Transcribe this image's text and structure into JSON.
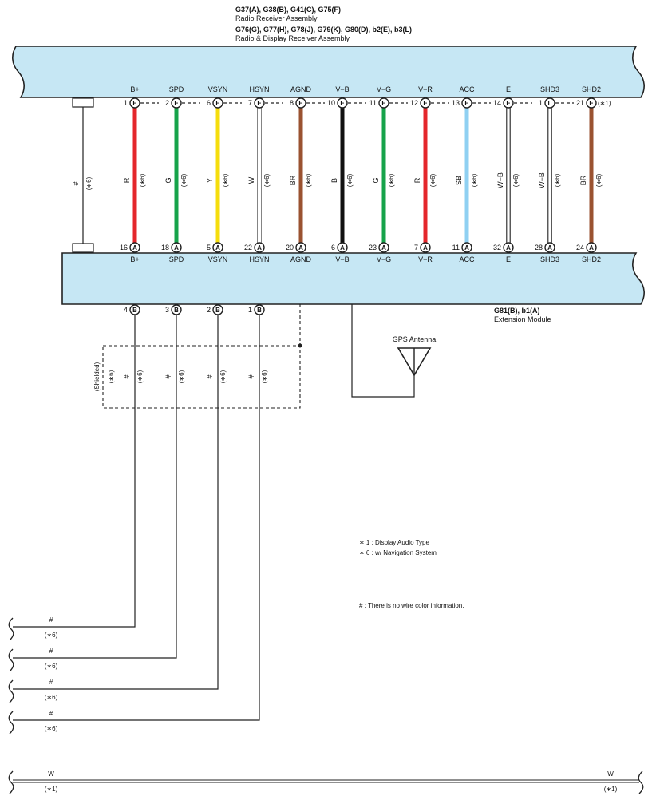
{
  "top_assembly": {
    "line1": "G37(A), G38(B), G41(C), G75(F)",
    "line2": "Radio Receiver Assembly",
    "line3": "G76(G), G77(H), G78(J), G79(K), G80(D), b2(E), b3(L)",
    "line4": "Radio & Display Receiver Assembly"
  },
  "extension_module": {
    "line1": "G81(B), b1(A)",
    "line2": "Extension Module"
  },
  "shield_wire": {
    "color": "#",
    "note": "(∗6)"
  },
  "wires": [
    {
      "top_label": "B+",
      "top_pin": "1",
      "top_conn": "E",
      "color_code": "R",
      "hex": "#e4262b",
      "note": "(∗6)",
      "bottom_pin": "16",
      "bottom_conn": "A",
      "bottom_label": "B+",
      "double": false
    },
    {
      "top_label": "SPD",
      "top_pin": "2",
      "top_conn": "E",
      "color_code": "G",
      "hex": "#16a34a",
      "note": "(∗6)",
      "bottom_pin": "18",
      "bottom_conn": "A",
      "bottom_label": "SPD",
      "double": false
    },
    {
      "top_label": "VSYN",
      "top_pin": "6",
      "top_conn": "E",
      "color_code": "Y",
      "hex": "#f5dd0c",
      "note": "(∗6)",
      "bottom_pin": "5",
      "bottom_conn": "A",
      "bottom_label": "VSYN",
      "double": false
    },
    {
      "top_label": "HSYN",
      "top_pin": "7",
      "top_conn": "E",
      "color_code": "W",
      "hex": "#ffffff",
      "note": "(∗6)",
      "bottom_pin": "22",
      "bottom_conn": "A",
      "bottom_label": "HSYN",
      "double": false
    },
    {
      "top_label": "AGND",
      "top_pin": "8",
      "top_conn": "E",
      "color_code": "BR",
      "hex": "#9a5230",
      "note": "(∗6)",
      "bottom_pin": "20",
      "bottom_conn": "A",
      "bottom_label": "AGND",
      "double": false
    },
    {
      "top_label": "V−B",
      "top_pin": "10",
      "top_conn": "E",
      "color_code": "B",
      "hex": "#111111",
      "note": "(∗6)",
      "bottom_pin": "6",
      "bottom_conn": "A",
      "bottom_label": "V−B",
      "double": false
    },
    {
      "top_label": "V−G",
      "top_pin": "11",
      "top_conn": "E",
      "color_code": "G",
      "hex": "#16a34a",
      "note": "(∗6)",
      "bottom_pin": "23",
      "bottom_conn": "A",
      "bottom_label": "V−G",
      "double": false
    },
    {
      "top_label": "V−R",
      "top_pin": "12",
      "top_conn": "E",
      "color_code": "R",
      "hex": "#e4262b",
      "note": "(∗6)",
      "bottom_pin": "7",
      "bottom_conn": "A",
      "bottom_label": "V−R",
      "double": false
    },
    {
      "top_label": "ACC",
      "top_pin": "13",
      "top_conn": "E",
      "color_code": "SB",
      "hex": "#8fd0f2",
      "note": "(∗6)",
      "bottom_pin": "11",
      "bottom_conn": "A",
      "bottom_label": "ACC",
      "double": false
    },
    {
      "top_label": "E",
      "top_pin": "14",
      "top_conn": "E",
      "color_code": "W−B",
      "hex": "#111111",
      "note": "(∗6)",
      "bottom_pin": "32",
      "bottom_conn": "A",
      "bottom_label": "E",
      "double": true
    },
    {
      "top_label": "SHD3",
      "top_pin": "1",
      "top_conn": "L",
      "color_code": "W−B",
      "hex": "#111111",
      "note": "(∗6)",
      "bottom_pin": "28",
      "bottom_conn": "A",
      "bottom_label": "SHD3",
      "double": true
    },
    {
      "top_label": "SHD2",
      "top_pin": "21",
      "top_conn": "E",
      "color_code": "BR",
      "hex": "#9a5230",
      "note": "(∗6)",
      "bottom_pin": "24",
      "bottom_conn": "A",
      "bottom_label": "SHD2",
      "double": false
    }
  ],
  "top_suffix_note": "(∗1)",
  "b_pins": [
    {
      "pin": "4",
      "conn": "B",
      "wire": "#",
      "note": "(∗6)"
    },
    {
      "pin": "3",
      "conn": "B",
      "wire": "#",
      "note": "(∗6)"
    },
    {
      "pin": "2",
      "conn": "B",
      "wire": "#",
      "note": "(∗6)"
    },
    {
      "pin": "1",
      "conn": "B",
      "wire": "#",
      "note": "(∗6)"
    }
  ],
  "shielded_label": "(Shielded)",
  "shielded_note": "(∗6)",
  "gps_antenna_label": "GPS Antenna",
  "legend": {
    "note1": "∗ 1 : Display Audio Type",
    "note6": "∗ 6 : w/ Navigation System",
    "hash_note": "# : There is no wire color information."
  },
  "left_exits": [
    {
      "wire": "#",
      "note": "(∗6)"
    },
    {
      "wire": "#",
      "note": "(∗6)"
    },
    {
      "wire": "#",
      "note": "(∗6)"
    },
    {
      "wire": "#",
      "note": "(∗6)"
    }
  ],
  "bottom_wire": {
    "left_label": "W",
    "left_note": "(∗1)",
    "right_label": "W",
    "right_note": "(∗1)"
  },
  "colors": {
    "assembly_fill": "#c6e7f4",
    "outline": "#222222"
  }
}
